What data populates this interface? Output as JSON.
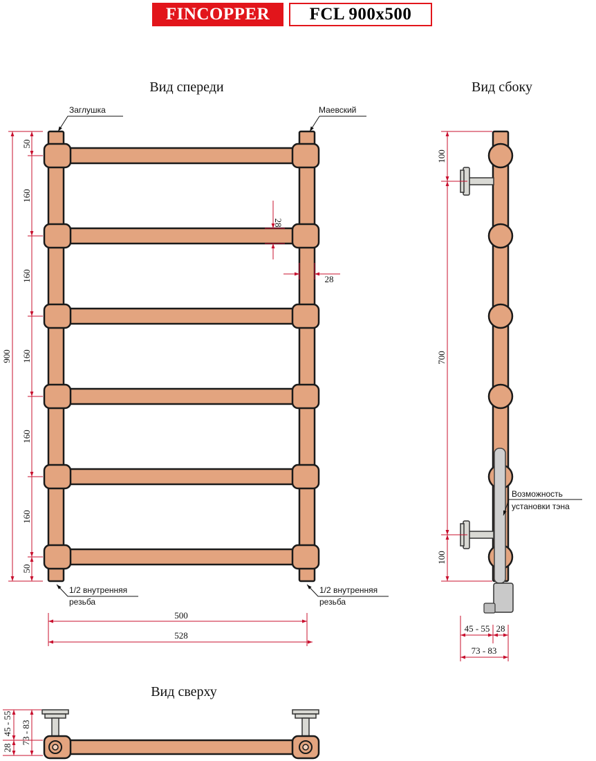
{
  "header": {
    "brand": "FINCOPPER",
    "model": "FCL 900x500"
  },
  "views": {
    "front": "Вид спереди",
    "side": "Вид сбоку",
    "top": "Вид сверху"
  },
  "notes": {
    "plug": "Заглушка",
    "mayevsky": "Маевский",
    "thread_l1": "1/2 внутренняя",
    "thread_l2": "резьба",
    "thread_r1": "1/2 внутренняя",
    "thread_r2": "резьба",
    "heater_l1": "Возможность",
    "heater_l2": "установки тэна"
  },
  "dims": {
    "total_height": "900",
    "step_top": "50",
    "step": "160",
    "step_bottom": "50",
    "bar_thickness": "28",
    "riser_thickness": "28",
    "width_axes": "500",
    "width_total": "528",
    "side_top": "100",
    "side_middle": "700",
    "side_bottom": "100",
    "side_offset": "45 - 55",
    "side_pipe": "28",
    "side_depth": "73 - 83",
    "top_offset": "45 - 55",
    "top_depth": "73 - 83",
    "top_pipe": "28"
  },
  "colors": {
    "brand_red": "#e2151b",
    "dimension_red": "#c8102e",
    "copper": "#e3a47f",
    "outline": "#1a1a1a"
  }
}
